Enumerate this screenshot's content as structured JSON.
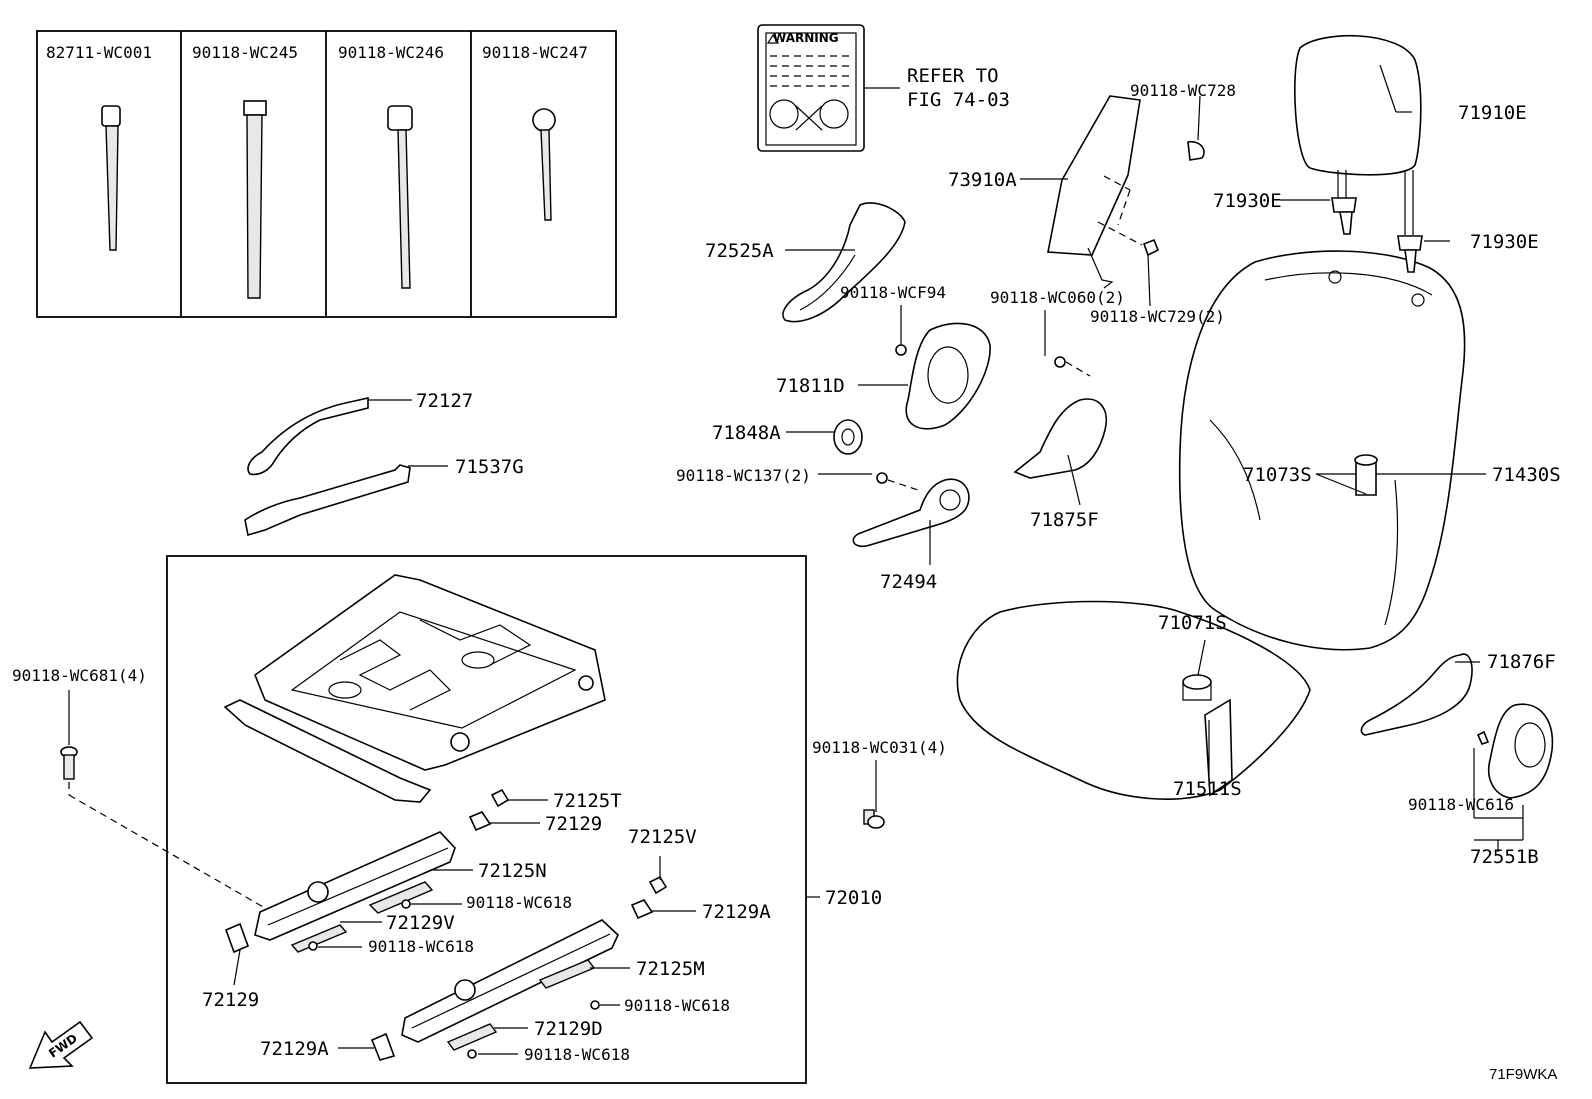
{
  "inset_box": {
    "parts": [
      "82711-WC001",
      "90118-WC245",
      "90118-WC246",
      "90118-WC247"
    ]
  },
  "warning_label": {
    "title": "WARNING",
    "refer_line1": "REFER TO",
    "refer_line2": "FIG 74-03"
  },
  "labels": {
    "p73910A": "73910A",
    "pWC728": "90118-WC728",
    "p71910E": "71910E",
    "p71930E_a": "71930E",
    "p71930E_b": "71930E",
    "p72525A": "72525A",
    "pWCF94": "90118-WCF94",
    "pWC060": "90118-WC060(2)",
    "pWC729": "90118-WC729(2)",
    "p71811D": "71811D",
    "p71848A": "71848A",
    "pWC137": "90118-WC137(2)",
    "p71073S": "71073S",
    "p71430S": "71430S",
    "p71875F": "71875F",
    "p72494": "72494",
    "p72127": "72127",
    "p71537G": "71537G",
    "p71071S": "71071S",
    "p71876F": "71876F",
    "pWC681": "90118-WC681(4)",
    "pWC031": "90118-WC031(4)",
    "p71511S": "71511S",
    "pWC616": "90118-WC616",
    "p72551B": "72551B",
    "p72125T": "72125T",
    "p72129_a": "72129",
    "p72125V": "72125V",
    "p72125N": "72125N",
    "pWC618_a": "90118-WC618",
    "p72010": "72010",
    "p72129V": "72129V",
    "pWC618_b": "90118-WC618",
    "p72129A_a": "72129A",
    "p72125M": "72125M",
    "pWC618_c": "90118-WC618",
    "p72129_b": "72129",
    "p72129D": "72129D",
    "p72129A_b": "72129A",
    "pWC618_d": "90118-WC618"
  },
  "fwd": "FWD",
  "diagram_code": "71F9WKA"
}
